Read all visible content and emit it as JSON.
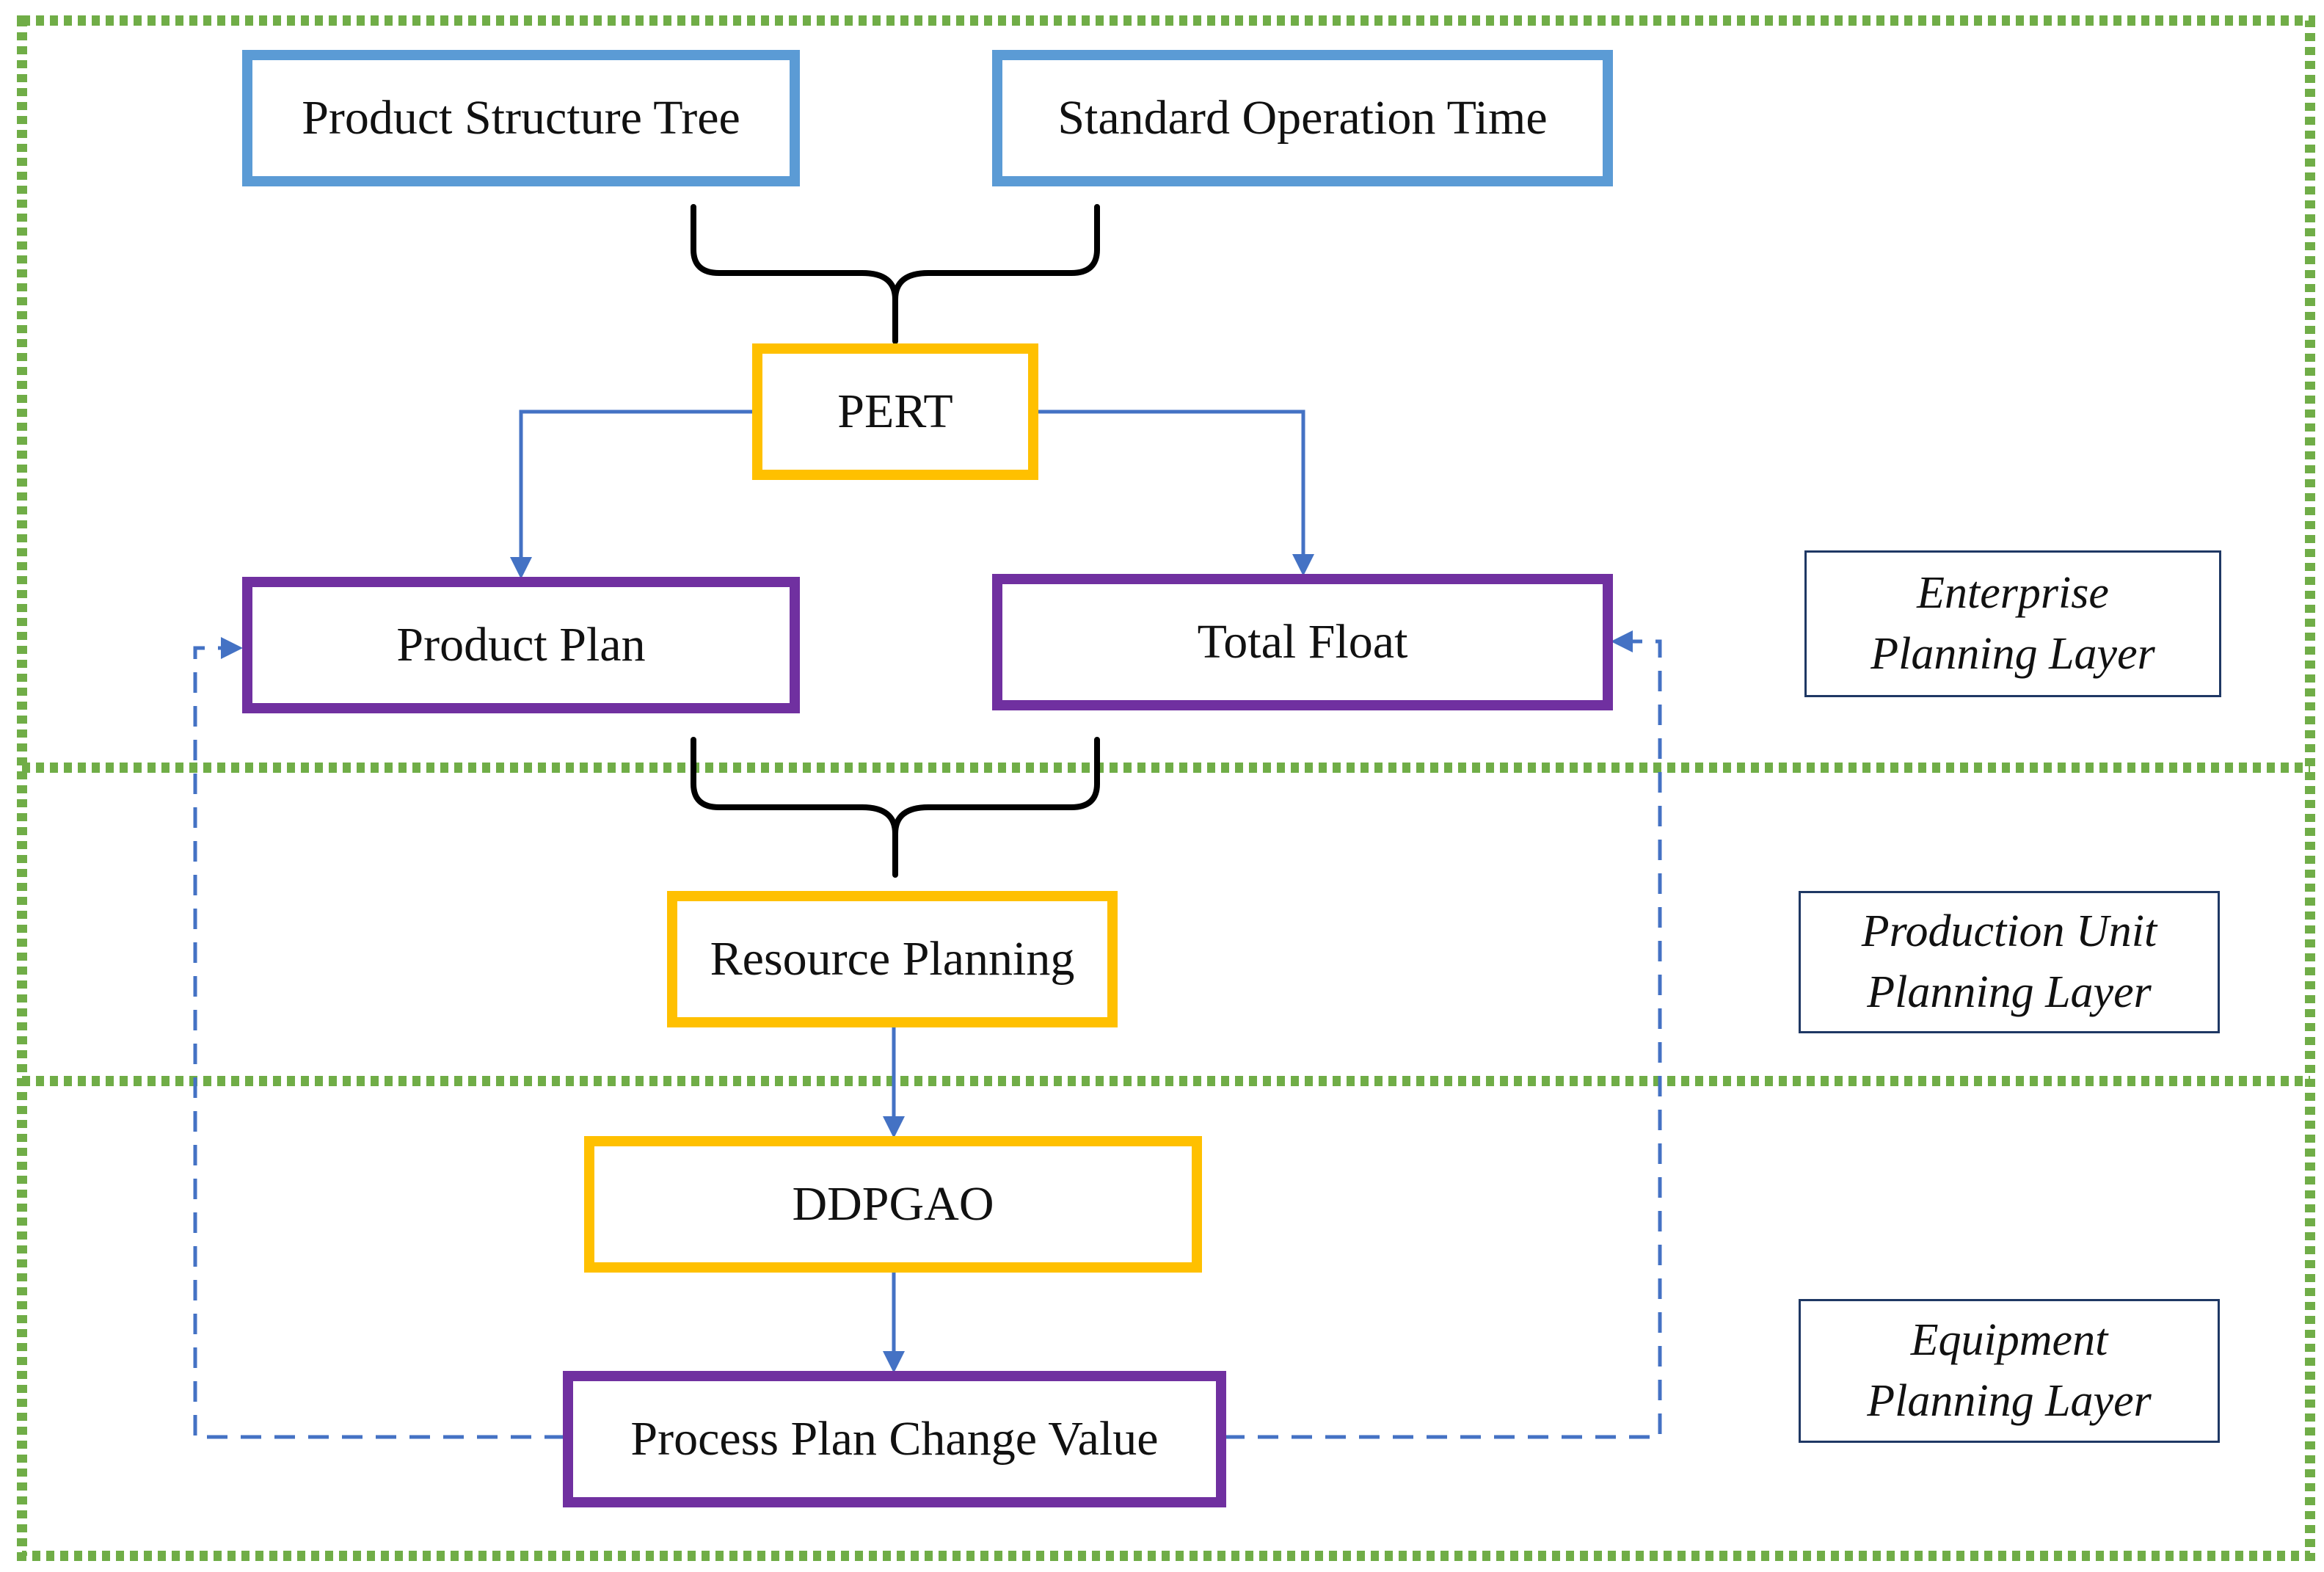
{
  "nodes": {
    "product_structure_tree": "Product Structure Tree",
    "standard_operation_time": "Standard Operation Time",
    "pert": "PERT",
    "product_plan": "Product Plan",
    "total_float": "Total Float",
    "resource_planning": "Resource Planning",
    "ddpgao": "DDPGAO",
    "process_plan_change_value": "Process Plan Change Value"
  },
  "layers": {
    "enterprise": {
      "line1": "Enterprise",
      "line2": "Planning Layer"
    },
    "production_unit": {
      "line1": "Production Unit",
      "line2": "Planning Layer"
    },
    "equipment": {
      "line1": "Equipment",
      "line2": "Planning Layer"
    }
  },
  "colors": {
    "layer_border": "#70ad47",
    "input_box": "#5b9bd5",
    "process_box": "#ffc000",
    "output_box": "#7030a0",
    "arrow": "#4472c4",
    "brace": "#000000",
    "layer_label_border": "#1f3864"
  }
}
